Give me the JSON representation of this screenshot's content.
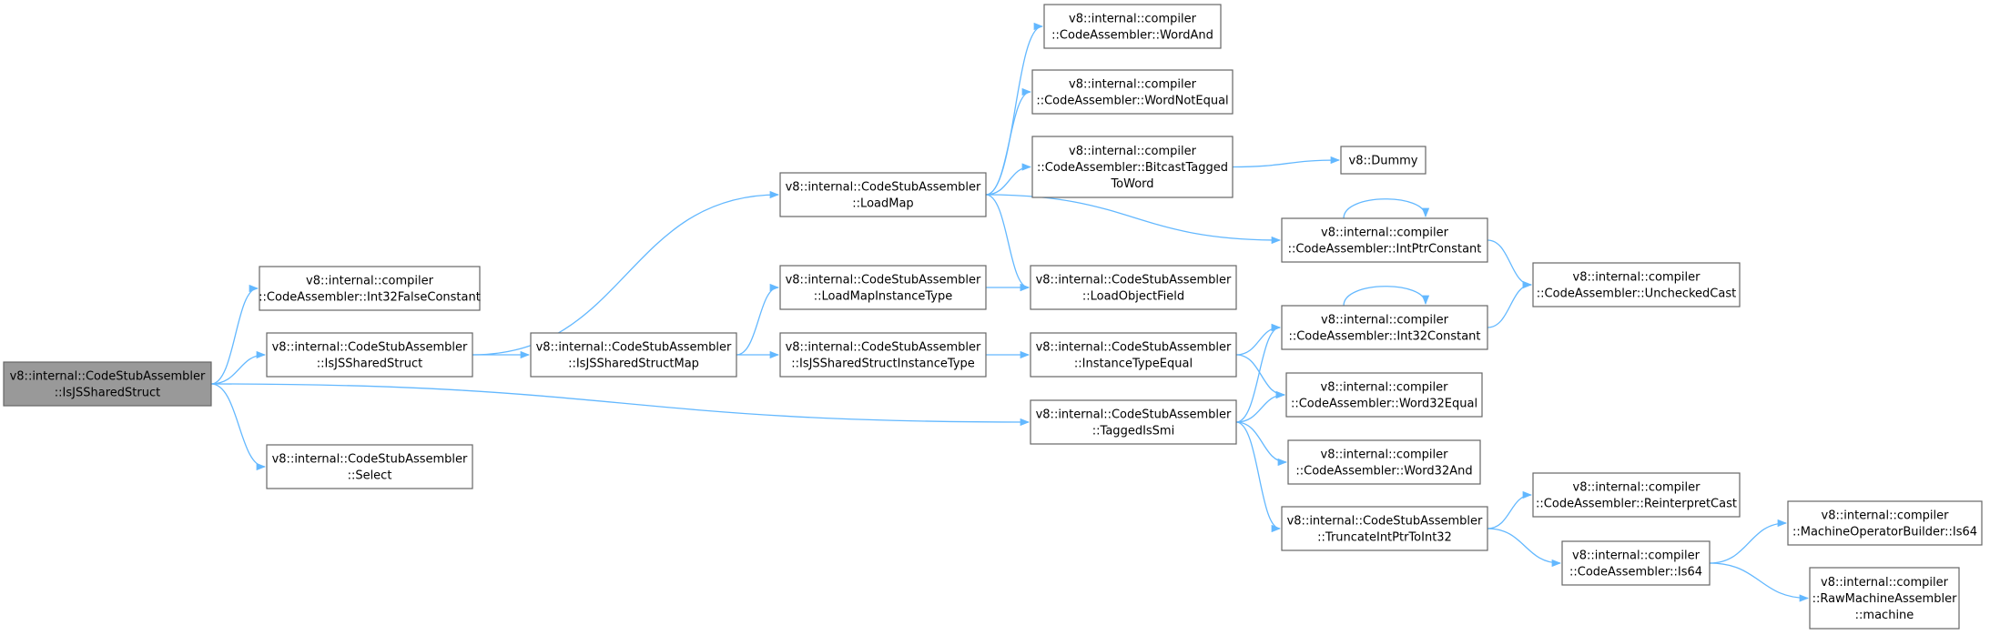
{
  "graph": {
    "root_node": "IsJSSharedStruct",
    "nodes": [
      {
        "id": "IsJSSharedStruct",
        "lines": [
          "v8::internal::CodeStubAssembler",
          "::IsJSSharedStruct"
        ],
        "root": true
      },
      {
        "id": "Int32FalseConstant",
        "lines": [
          "v8::internal::compiler",
          "::CodeAssembler::Int32FalseConstant"
        ]
      },
      {
        "id": "IsJSSharedStruct2",
        "lines": [
          "v8::internal::CodeStubAssembler",
          "::IsJSSharedStruct"
        ]
      },
      {
        "id": "Select",
        "lines": [
          "v8::internal::CodeStubAssembler",
          "::Select"
        ]
      },
      {
        "id": "IsJSSharedStructMap",
        "lines": [
          "v8::internal::CodeStubAssembler",
          "::IsJSSharedStructMap"
        ]
      },
      {
        "id": "LoadMap",
        "lines": [
          "v8::internal::CodeStubAssembler",
          "::LoadMap"
        ]
      },
      {
        "id": "LoadMapInstanceType",
        "lines": [
          "v8::internal::CodeStubAssembler",
          "::LoadMapInstanceType"
        ]
      },
      {
        "id": "IsJSSharedStructInstanceType",
        "lines": [
          "v8::internal::CodeStubAssembler",
          "::IsJSSharedStructInstanceType"
        ]
      },
      {
        "id": "WordAnd",
        "lines": [
          "v8::internal::compiler",
          "::CodeAssembler::WordAnd"
        ]
      },
      {
        "id": "WordNotEqual",
        "lines": [
          "v8::internal::compiler",
          "::CodeAssembler::WordNotEqual"
        ]
      },
      {
        "id": "BitcastTaggedToWord",
        "lines": [
          "v8::internal::compiler",
          "::CodeAssembler::BitcastTagged",
          "ToWord"
        ]
      },
      {
        "id": "LoadObjectField",
        "lines": [
          "v8::internal::CodeStubAssembler",
          "::LoadObjectField"
        ]
      },
      {
        "id": "InstanceTypeEqual",
        "lines": [
          "v8::internal::CodeStubAssembler",
          "::InstanceTypeEqual"
        ]
      },
      {
        "id": "TaggedIsSmi",
        "lines": [
          "v8::internal::CodeStubAssembler",
          "::TaggedIsSmi"
        ]
      },
      {
        "id": "Dummy",
        "lines": [
          "v8::Dummy"
        ]
      },
      {
        "id": "IntPtrConstant",
        "lines": [
          "v8::internal::compiler",
          "::CodeAssembler::IntPtrConstant"
        ]
      },
      {
        "id": "Int32Constant",
        "lines": [
          "v8::internal::compiler",
          "::CodeAssembler::Int32Constant"
        ]
      },
      {
        "id": "Word32Equal",
        "lines": [
          "v8::internal::compiler",
          "::CodeAssembler::Word32Equal"
        ]
      },
      {
        "id": "Word32And",
        "lines": [
          "v8::internal::compiler",
          "::CodeAssembler::Word32And"
        ]
      },
      {
        "id": "TruncateIntPtrToInt32",
        "lines": [
          "v8::internal::CodeStubAssembler",
          "::TruncateIntPtrToInt32"
        ]
      },
      {
        "id": "UncheckedCast",
        "lines": [
          "v8::internal::compiler",
          "::CodeAssembler::UncheckedCast"
        ]
      },
      {
        "id": "ReinterpretCast",
        "lines": [
          "v8::internal::compiler",
          "::CodeAssembler::ReinterpretCast"
        ]
      },
      {
        "id": "Is64",
        "lines": [
          "v8::internal::compiler",
          "::CodeAssembler::Is64"
        ]
      },
      {
        "id": "MOBIs64",
        "lines": [
          "v8::internal::compiler",
          "::MachineOperatorBuilder::Is64"
        ]
      },
      {
        "id": "RMAmachine",
        "lines": [
          "v8::internal::compiler",
          "::RawMachineAssembler",
          "::machine"
        ]
      }
    ],
    "edges": [
      [
        "IsJSSharedStruct",
        "Int32FalseConstant"
      ],
      [
        "IsJSSharedStruct",
        "IsJSSharedStruct2"
      ],
      [
        "IsJSSharedStruct",
        "Select"
      ],
      [
        "IsJSSharedStruct",
        "TaggedIsSmi"
      ],
      [
        "IsJSSharedStruct2",
        "LoadMap"
      ],
      [
        "IsJSSharedStruct2",
        "IsJSSharedStructMap"
      ],
      [
        "IsJSSharedStructMap",
        "LoadMapInstanceType"
      ],
      [
        "IsJSSharedStructMap",
        "IsJSSharedStructInstanceType"
      ],
      [
        "LoadMap",
        "WordAnd"
      ],
      [
        "LoadMap",
        "WordNotEqual"
      ],
      [
        "LoadMap",
        "BitcastTaggedToWord"
      ],
      [
        "LoadMap",
        "IntPtrConstant"
      ],
      [
        "LoadMap",
        "LoadObjectField"
      ],
      [
        "LoadMapInstanceType",
        "LoadObjectField"
      ],
      [
        "IsJSSharedStructInstanceType",
        "InstanceTypeEqual"
      ],
      [
        "BitcastTaggedToWord",
        "Dummy"
      ],
      [
        "InstanceTypeEqual",
        "Int32Constant"
      ],
      [
        "InstanceTypeEqual",
        "Word32Equal"
      ],
      [
        "TaggedIsSmi",
        "Int32Constant"
      ],
      [
        "TaggedIsSmi",
        "Word32Equal"
      ],
      [
        "TaggedIsSmi",
        "Word32And"
      ],
      [
        "TaggedIsSmi",
        "TruncateIntPtrToInt32"
      ],
      [
        "IntPtrConstant",
        "IntPtrConstant"
      ],
      [
        "IntPtrConstant",
        "UncheckedCast"
      ],
      [
        "Int32Constant",
        "Int32Constant"
      ],
      [
        "Int32Constant",
        "UncheckedCast"
      ],
      [
        "TruncateIntPtrToInt32",
        "ReinterpretCast"
      ],
      [
        "TruncateIntPtrToInt32",
        "Is64"
      ],
      [
        "Is64",
        "MOBIs64"
      ],
      [
        "Is64",
        "RMAmachine"
      ]
    ]
  }
}
